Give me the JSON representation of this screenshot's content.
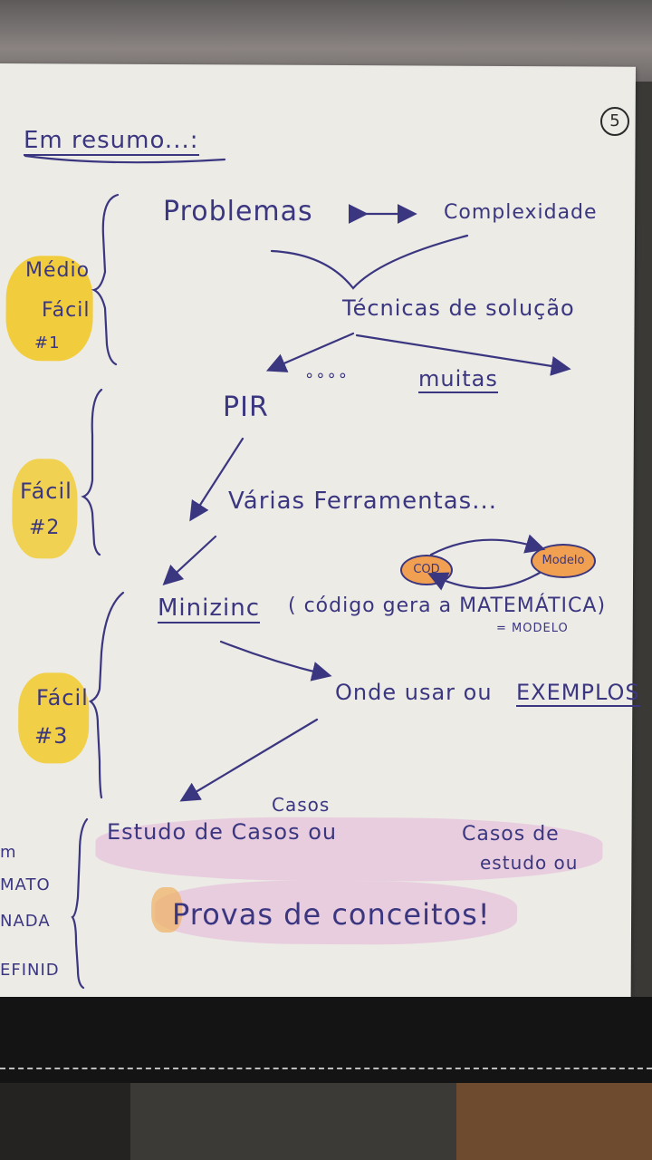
{
  "page_number": "5",
  "heading": "Em resumo...:",
  "problems": "Problemas",
  "complexity": "Complexidade",
  "techniques": "Técnicas de solução",
  "dots": "∘∘∘∘",
  "many": "muitas",
  "pir": "PIR",
  "tools": "Várias Ferramentas...",
  "cod": "COD",
  "modelo": "Modelo",
  "miniz": "Minizinc",
  "code_math": "( código gera a MATEMÁTICA)",
  "eq_model": "= MODELO",
  "where": "Onde usar ou",
  "examples": "EXEMPLOS",
  "casos_small": "Casos",
  "study": "Estudo de Casos ou",
  "case_studies_1": "Casos de",
  "case_studies_2": "estudo ou",
  "proofs": "Provas de conceitos!",
  "levels": [
    {
      "line1": "Médio",
      "line2": "Fácil",
      "line3": "#1"
    },
    {
      "line1": "Fácil",
      "line2": "#2"
    },
    {
      "line1": "Fácil",
      "line2": "#3"
    }
  ],
  "margin_words": [
    "m",
    "MATO",
    "NADA",
    "EFINID"
  ],
  "colors": {
    "ink": "#3b3680",
    "highlight_yellow": "#f2c81f",
    "highlight_pink": "#e6b4d8"
  }
}
